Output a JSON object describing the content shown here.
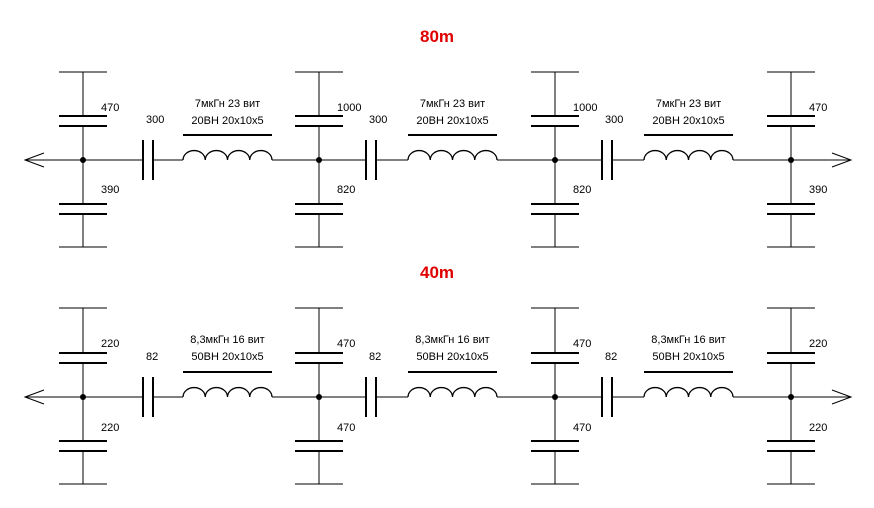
{
  "title_color": "#e00000",
  "circuits": [
    {
      "title": "80m",
      "shunt_top": [
        "470",
        "1000",
        "1000",
        "470"
      ],
      "shunt_bottom": [
        "390",
        "820",
        "820",
        "390"
      ],
      "series_cap": [
        "300",
        "300",
        "300"
      ],
      "inductors": [
        {
          "line1": "7мкГн 23 вит",
          "line2": "20ВН 20x10x5"
        },
        {
          "line1": "7мкГн 23 вит",
          "line2": "20ВН 20x10x5"
        },
        {
          "line1": "7мкГн 23 вит",
          "line2": "20ВН 20x10x5"
        }
      ]
    },
    {
      "title": "40m",
      "shunt_top": [
        "220",
        "470",
        "470",
        "220"
      ],
      "shunt_bottom": [
        "220",
        "470",
        "470",
        "220"
      ],
      "series_cap": [
        "82",
        "82",
        "82"
      ],
      "inductors": [
        {
          "line1": "8,3мкГн 16 вит",
          "line2": "50ВН 20x10x5"
        },
        {
          "line1": "8,3мкГн 16 вит",
          "line2": "50ВН 20x10x5"
        },
        {
          "line1": "8,3мкГн 16 вит",
          "line2": "50ВН 20x10x5"
        }
      ]
    }
  ]
}
